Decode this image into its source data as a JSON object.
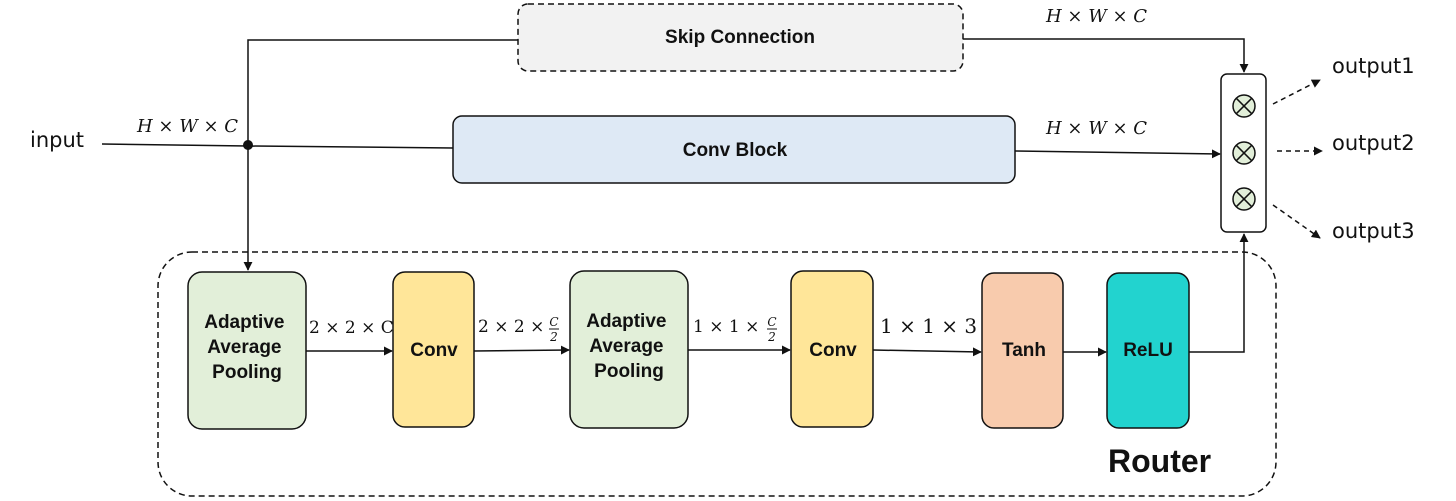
{
  "input_label": "input",
  "outputs": [
    "output1",
    "output2",
    "output3"
  ],
  "skip_connection": "Skip Connection",
  "conv_block": "Conv Block",
  "router_label": "Router",
  "dim_input": "H × W × C",
  "dim_skip_out": "H × W × C",
  "dim_conv_out": "H × W × C",
  "router_blocks": {
    "pool1": [
      "Adaptive",
      "Average",
      "Pooling"
    ],
    "conv1": "Conv",
    "pool2": [
      "Adaptive",
      "Average",
      "Pooling"
    ],
    "conv2": "Conv",
    "tanh": "Tanh",
    "relu": "ReLU"
  },
  "router_dims": {
    "d1": "2 × 2 × C",
    "d2_prefix": "2 × 2 ×",
    "d3_prefix": "1 × 1 ×",
    "frac_num": "C",
    "frac_den": "2",
    "d4": "1 × 1 × 3"
  },
  "mult_symbol": "⊗",
  "colors": {
    "skip_fill": "#f2f2f2",
    "conv_block_fill": "#dee9f5",
    "pool_fill": "#e2efd9",
    "conv_fill": "#ffe699",
    "tanh_fill": "#f8cbad",
    "relu_fill": "#22d3cf",
    "mult_fill": "#e2efd9"
  }
}
